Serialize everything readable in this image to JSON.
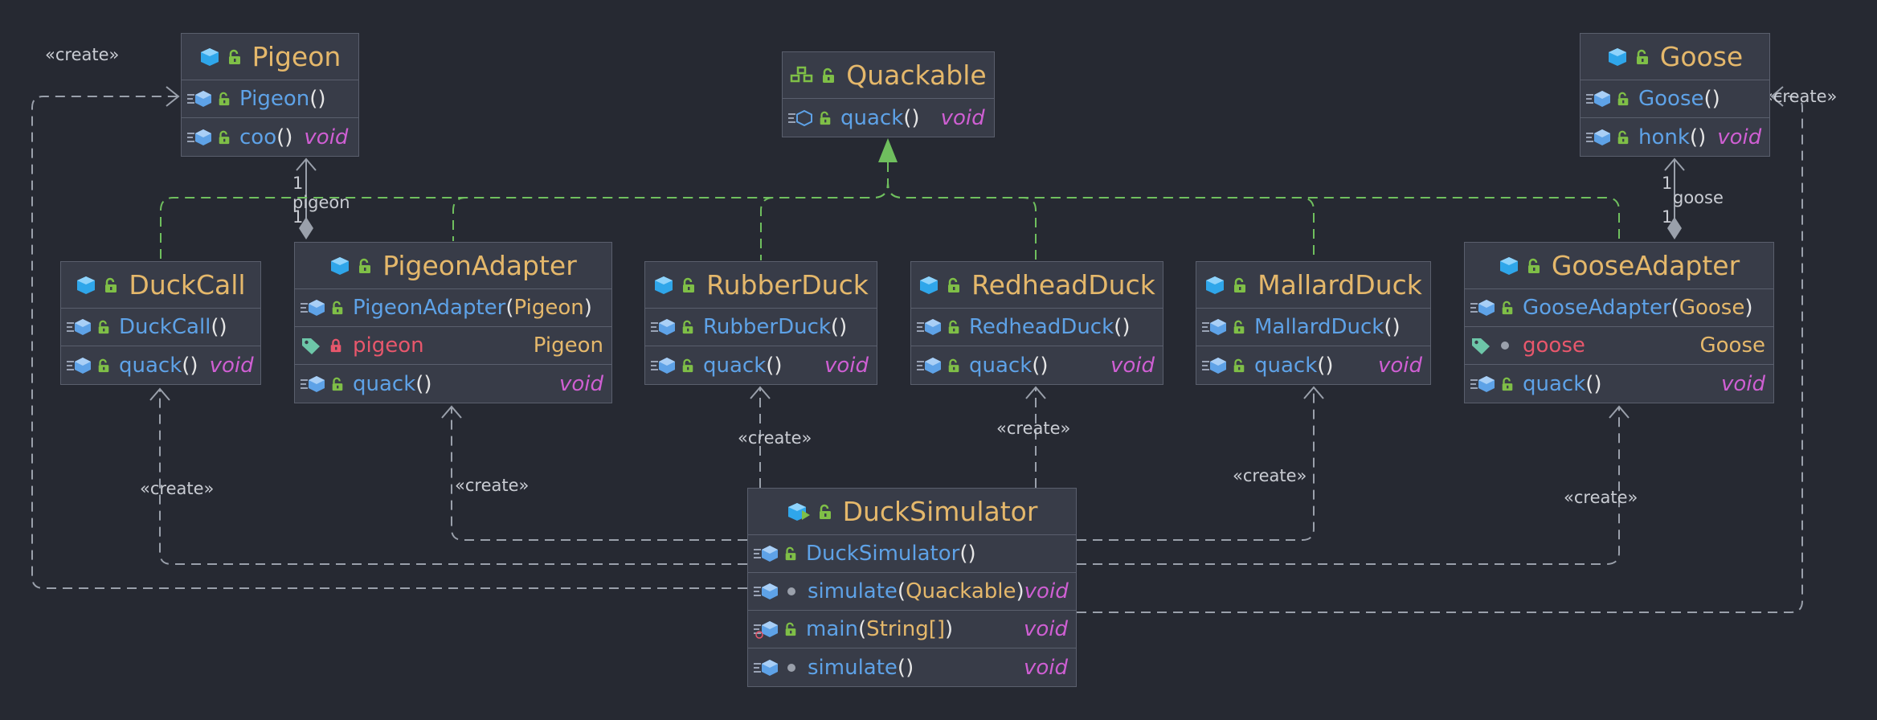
{
  "classes": {
    "pigeon": {
      "title": "Pigeon",
      "members": [
        {
          "name": "Pigeon",
          "params": "",
          "ret": ""
        },
        {
          "name": "coo",
          "params": "",
          "ret": "void"
        }
      ]
    },
    "quackable": {
      "title": "Quackable",
      "members": [
        {
          "name": "quack",
          "params": "",
          "ret": "void"
        }
      ]
    },
    "goose": {
      "title": "Goose",
      "members": [
        {
          "name": "Goose",
          "params": "",
          "ret": ""
        },
        {
          "name": "honk",
          "params": "",
          "ret": "void"
        }
      ]
    },
    "duckcall": {
      "title": "DuckCall",
      "members": [
        {
          "name": "DuckCall",
          "params": "",
          "ret": ""
        },
        {
          "name": "quack",
          "params": "",
          "ret": "void"
        }
      ]
    },
    "pigeonadapter": {
      "title": "PigeonAdapter",
      "constructor": {
        "name": "PigeonAdapter",
        "params": "Pigeon"
      },
      "field": {
        "name": "pigeon",
        "type": "Pigeon"
      },
      "method": {
        "name": "quack",
        "params": "",
        "ret": "void"
      }
    },
    "rubberduck": {
      "title": "RubberDuck",
      "members": [
        {
          "name": "RubberDuck",
          "params": "",
          "ret": ""
        },
        {
          "name": "quack",
          "params": "",
          "ret": "void"
        }
      ]
    },
    "redheadduck": {
      "title": "RedheadDuck",
      "members": [
        {
          "name": "RedheadDuck",
          "params": "",
          "ret": ""
        },
        {
          "name": "quack",
          "params": "",
          "ret": "void"
        }
      ]
    },
    "mallardduck": {
      "title": "MallardDuck",
      "members": [
        {
          "name": "MallardDuck",
          "params": "",
          "ret": ""
        },
        {
          "name": "quack",
          "params": "",
          "ret": "void"
        }
      ]
    },
    "gooseadapter": {
      "title": "GooseAdapter",
      "constructor": {
        "name": "GooseAdapter",
        "params": "Goose"
      },
      "field": {
        "name": "goose",
        "type": "Goose"
      },
      "method": {
        "name": "quack",
        "params": "",
        "ret": "void"
      }
    },
    "ducksimulator": {
      "title": "DuckSimulator",
      "members": [
        {
          "name": "DuckSimulator",
          "params": "",
          "ret": ""
        },
        {
          "name": "simulate",
          "params": "Quackable",
          "ret": "void"
        },
        {
          "name": "main",
          "params": "String[]",
          "ret": "void"
        },
        {
          "name": "simulate",
          "params": "",
          "ret": "void"
        }
      ]
    }
  },
  "edge_labels": {
    "create": "«create»",
    "pigeon_role": "pigeon",
    "goose_role": "goose",
    "multiplicity_one": "1"
  },
  "colors": {
    "background": "#262932",
    "class_title": "#e5b86b",
    "method_name": "#5ea2e7",
    "return_type": "#cf5fd3",
    "field_name": "#e8576c",
    "implements_edge": "#6fbf5e",
    "dependency_edge": "#9aa0ab"
  }
}
